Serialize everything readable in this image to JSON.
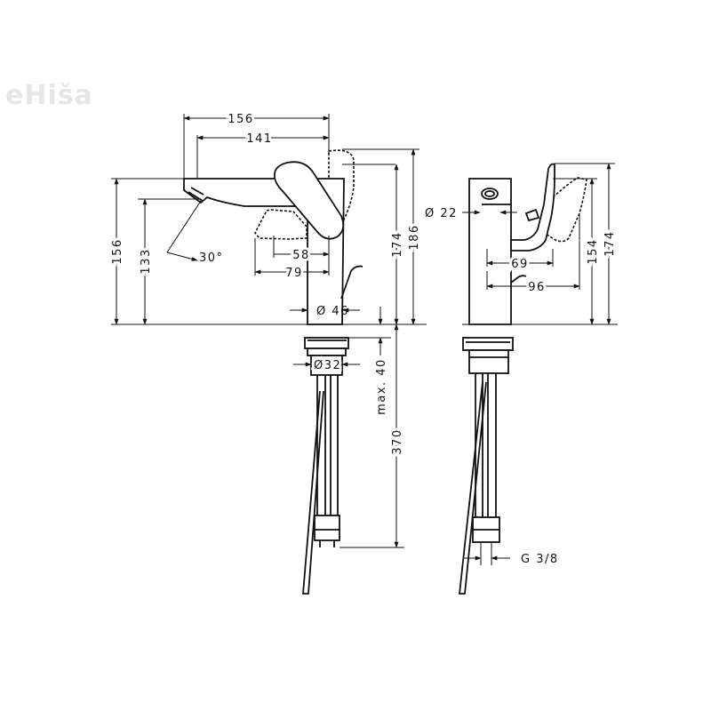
{
  "watermark": "eHiša",
  "front_view": {
    "dimensions": {
      "spout_reach_total": "156",
      "spout_reach_inner": "141",
      "height_spout": "156",
      "height_outlet": "133",
      "spray_angle": "30°",
      "lever_offset_58": "58",
      "lever_offset_79": "79",
      "body_height": "174",
      "total_height": "186",
      "body_diameter": "Ø 46",
      "shank_diameter": "Ø32",
      "max_thickness": "max. 40",
      "hose_length": "370"
    }
  },
  "side_view": {
    "dimensions": {
      "aerator_diameter": "Ø 22",
      "lever_depth_69": "69",
      "lever_depth_96": "96",
      "height_154": "154",
      "height_174": "174",
      "hose_thread": "G 3/8"
    }
  }
}
